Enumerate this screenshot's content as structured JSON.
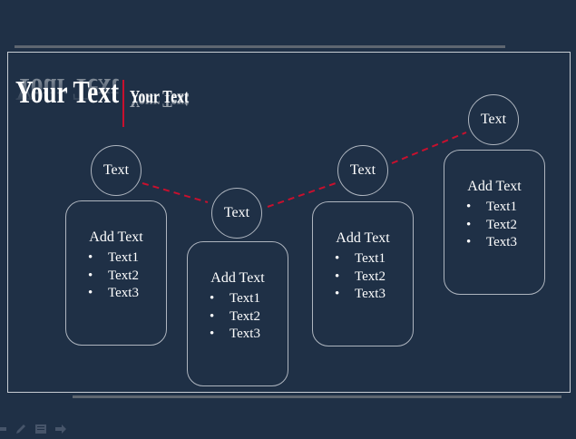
{
  "title": {
    "main": "Your Text",
    "sub": "Your Text"
  },
  "diagram": {
    "nodes": [
      {
        "circle_label": "Text",
        "card_title": "Add Text",
        "items": [
          "Text1",
          "Text2",
          "Text3"
        ]
      },
      {
        "circle_label": "Text",
        "card_title": "Add Text",
        "items": [
          "Text1",
          "Text2",
          "Text3"
        ]
      },
      {
        "circle_label": "Text",
        "card_title": "Add Text",
        "items": [
          "Text1",
          "Text2",
          "Text3"
        ]
      },
      {
        "circle_label": "Text",
        "card_title": "Add Text",
        "items": [
          "Text1",
          "Text2",
          "Text3"
        ]
      }
    ],
    "bullet": "•"
  },
  "colors": {
    "background": "#1f3046",
    "accent": "#c8102e",
    "outline": "#aeb5bf",
    "rule": "#5e6670"
  },
  "toolbar": {
    "icons": [
      "prev-arrow-icon",
      "pen-icon",
      "slide-menu-icon",
      "next-arrow-icon"
    ]
  }
}
